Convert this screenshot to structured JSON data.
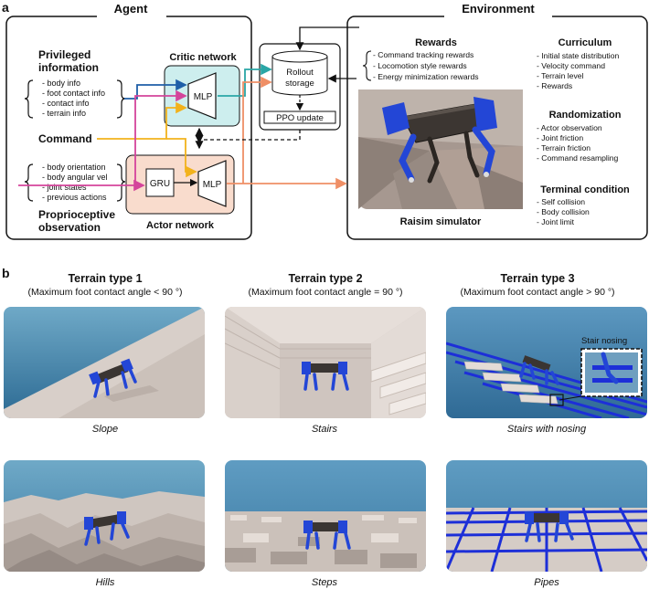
{
  "panel_a": {
    "label": "a",
    "agent_title": "Agent",
    "environment_title": "Environment",
    "privileged": {
      "title_line1": "Privileged",
      "title_line2": "information",
      "items": [
        "- body info",
        "- foot contact info",
        "- contact info",
        "- terrain info"
      ]
    },
    "command_label": "Command",
    "proprioceptive": {
      "items": [
        "- body orientation",
        "- body angular vel",
        "- joint states",
        "- previous actions"
      ],
      "title_line1": "Proprioceptive",
      "title_line2": "observation"
    },
    "critic_title": "Critic network",
    "critic_mlp": "MLP",
    "actor_title": "Actor network",
    "actor_gru": "GRU",
    "actor_mlp": "MLP",
    "rollout_line1": "Rollout",
    "rollout_line2": "storage",
    "ppo_label": "PPO update",
    "rewards": {
      "title": "Rewards",
      "items": [
        "- Command tracking rewards",
        "- Locomotion style rewards",
        "- Energy minimization rewards"
      ]
    },
    "curriculum": {
      "title": "Curriculum",
      "items": [
        "- Initial state distribution",
        "- Velocity command",
        "- Terrain level",
        "- Rewards"
      ]
    },
    "randomization": {
      "title": "Randomization",
      "items": [
        "- Actor observation",
        "- Joint friction",
        "- Terrain friction",
        "- Command resampling"
      ]
    },
    "terminal": {
      "title": "Terminal condition",
      "items": [
        "- Self collision",
        "- Body collision",
        "- Joint limit"
      ]
    },
    "simulator_label": "Raisim simulator"
  },
  "panel_b": {
    "label": "b",
    "columns": [
      {
        "title": "Terrain type 1",
        "subtitle": "(Maximum foot contact angle < 90 °)",
        "top_caption": "Slope",
        "bottom_caption": "Hills"
      },
      {
        "title": "Terrain type 2",
        "subtitle": "(Maximum foot contact angle = 90 °)",
        "top_caption": "Stairs",
        "bottom_caption": "Steps"
      },
      {
        "title": "Terrain type 3",
        "subtitle": "(Maximum foot contact angle > 90 °)",
        "top_caption": "Stairs with nosing",
        "bottom_caption": "Pipes"
      }
    ],
    "nosing_label": "Stair nosing"
  },
  "colors": {
    "privileged": "#1f5fa8",
    "command": "#f2b21c",
    "proprioceptive": "#d4449b",
    "critic_out": "#2aa6a6",
    "actor_out": "#ef8f66",
    "critic_fill": "#cdeeee",
    "actor_fill": "#f9dccd",
    "robot": "#2346d6"
  }
}
